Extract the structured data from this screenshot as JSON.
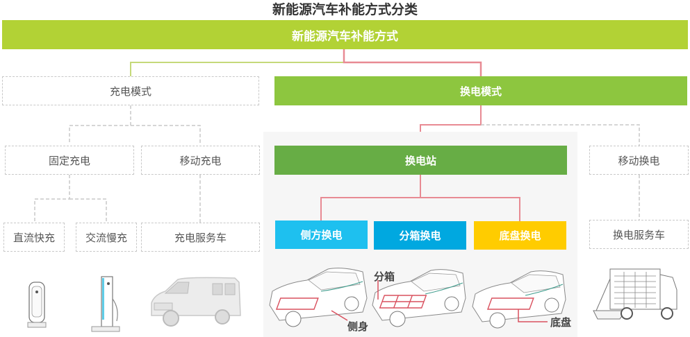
{
  "title": "新能源汽车补能方式分类",
  "root": {
    "label": "新能源汽车补能方式",
    "color": "#b2d235"
  },
  "charging_mode": {
    "label": "充电模式",
    "children": {
      "fixed": {
        "label": "固定充电",
        "children": [
          "直流快充",
          "交流慢充"
        ]
      },
      "mobile": {
        "label": "移动充电",
        "children": [
          "充电服务车"
        ]
      }
    }
  },
  "swap_mode": {
    "label": "换电模式",
    "color": "#8dc63f",
    "station": {
      "label": "换电站",
      "color": "#67ad45",
      "types": [
        {
          "label": "侧方换电",
          "color": "#1ec0ef"
        },
        {
          "label": "分箱换电",
          "color": "#00a8e0"
        },
        {
          "label": "底盘换电",
          "color": "#ffcc00"
        }
      ]
    },
    "mobile": {
      "label": "移动换电",
      "children": [
        "换电服务车"
      ]
    }
  },
  "illustrations": {
    "dc_charger": "wall-charger-icon",
    "ac_charger": "pillar-charger-icon",
    "charging_van": "service-van-icon",
    "swap_cars": [
      {
        "annotation": "侧身"
      },
      {
        "annotation": "分箱"
      },
      {
        "annotation": "底盘"
      }
    ],
    "swap_truck": "swap-service-truck-icon"
  },
  "connector_colors": {
    "charge": "#c5d97a",
    "swap": "#e88a93",
    "dashed": "#c8c8c8"
  }
}
